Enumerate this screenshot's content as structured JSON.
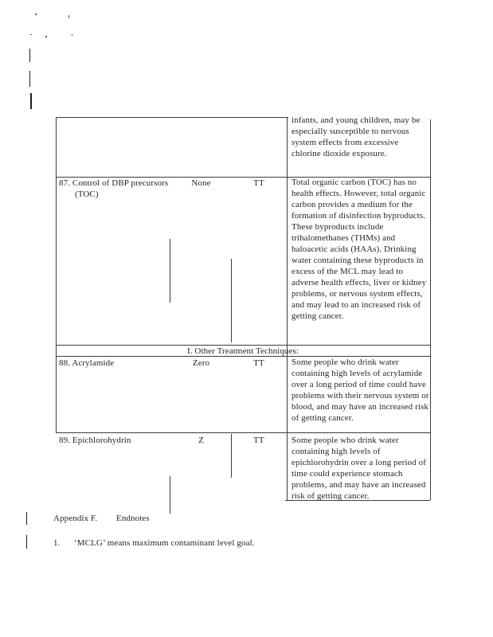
{
  "document": {
    "ink_color": "#262626",
    "border_color": "#3d3d3d"
  },
  "table": {
    "continuation": {
      "health_effects": "infants, and young children, may be especially susceptible to nervous system effects from excessive chlorine dioxide exposure."
    },
    "section_header": "I. Other Treatment Techniques:",
    "rows": [
      {
        "contaminant": "87. Control of DBP precursors (TOC)",
        "mclg": "None",
        "mcl": "TT",
        "health_effects": "Total organic carbon (TOC) has no health effects.  However, total organic carbon provides a medium for the formation of disinfection byproducts. These byproducts include trihalomethanes (THMs) and haloacetic acids (HAAs). Drinking water containing these byproducts in excess of the MCL may lead to adverse health effects, liver or kidney problems, or nervous system effects, and may lead to an increased risk of getting cancer."
      },
      {
        "contaminant": "88. Acrylamide",
        "mclg": "Zero",
        "mcl": "TT",
        "health_effects": "Some people who drink water containing high levels of acrylamide over a long period of time could have problems with their nervous system or blood, and may have an increased risk of getting cancer."
      },
      {
        "contaminant": "89. Epichlorohydrin",
        "mclg": "Z",
        "mcl": "TT",
        "health_effects": "Some people who drink water containing high levels of epichlorohydrin over a long period of time could experience stomach problems, and may have an increased risk of getting cancer."
      }
    ]
  },
  "footer": {
    "appendix_label": "Appendix F.",
    "endnotes_label": "Endnotes",
    "footnote_number": "1.",
    "footnote_text": "‘MCLG’ means maximum contaminant level goal."
  }
}
